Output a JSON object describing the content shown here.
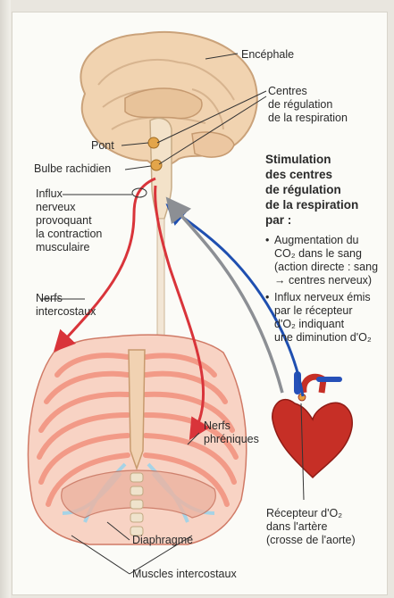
{
  "labels": {
    "encephale": "Encéphale",
    "centres": "Centres\nde régulation\nde la respiration",
    "pont": "Pont",
    "bulbe": "Bulbe rachidien",
    "influx": "Influx\nnerveux\nprovoquant\nla contraction\nmusculaire",
    "nerfs_intercostaux": "Nerfs\nintercostaux",
    "nerfs_phreniques": "Nerfs\nphréniques",
    "diaphragme": "Diaphragme",
    "muscles": "Muscles intercostaux",
    "recepteur": "Récepteur d'O₂\ndans l'artère\n(crosse de l'aorte)"
  },
  "stimulation": {
    "heading": "Stimulation\ndes centres\nde régulation\nde la respiration\npar :",
    "bullets": [
      "Augmentation du\nCO₂ dans le sang\n(action directe : sang\n→ centres nerveux)",
      "Influx nerveux émis\npar le récepteur\nd'O₂ indiquant\nune diminution d'O₂"
    ]
  },
  "colors": {
    "nerve_efferent": "#d9343a",
    "nerve_afferent": "#1f4fb0",
    "co2_arrow": "#8c8f94",
    "brain": "#f1d3b0",
    "ribs": "#f29a87",
    "cartilage": "#a6d3e6",
    "heart": "#c62f26"
  }
}
